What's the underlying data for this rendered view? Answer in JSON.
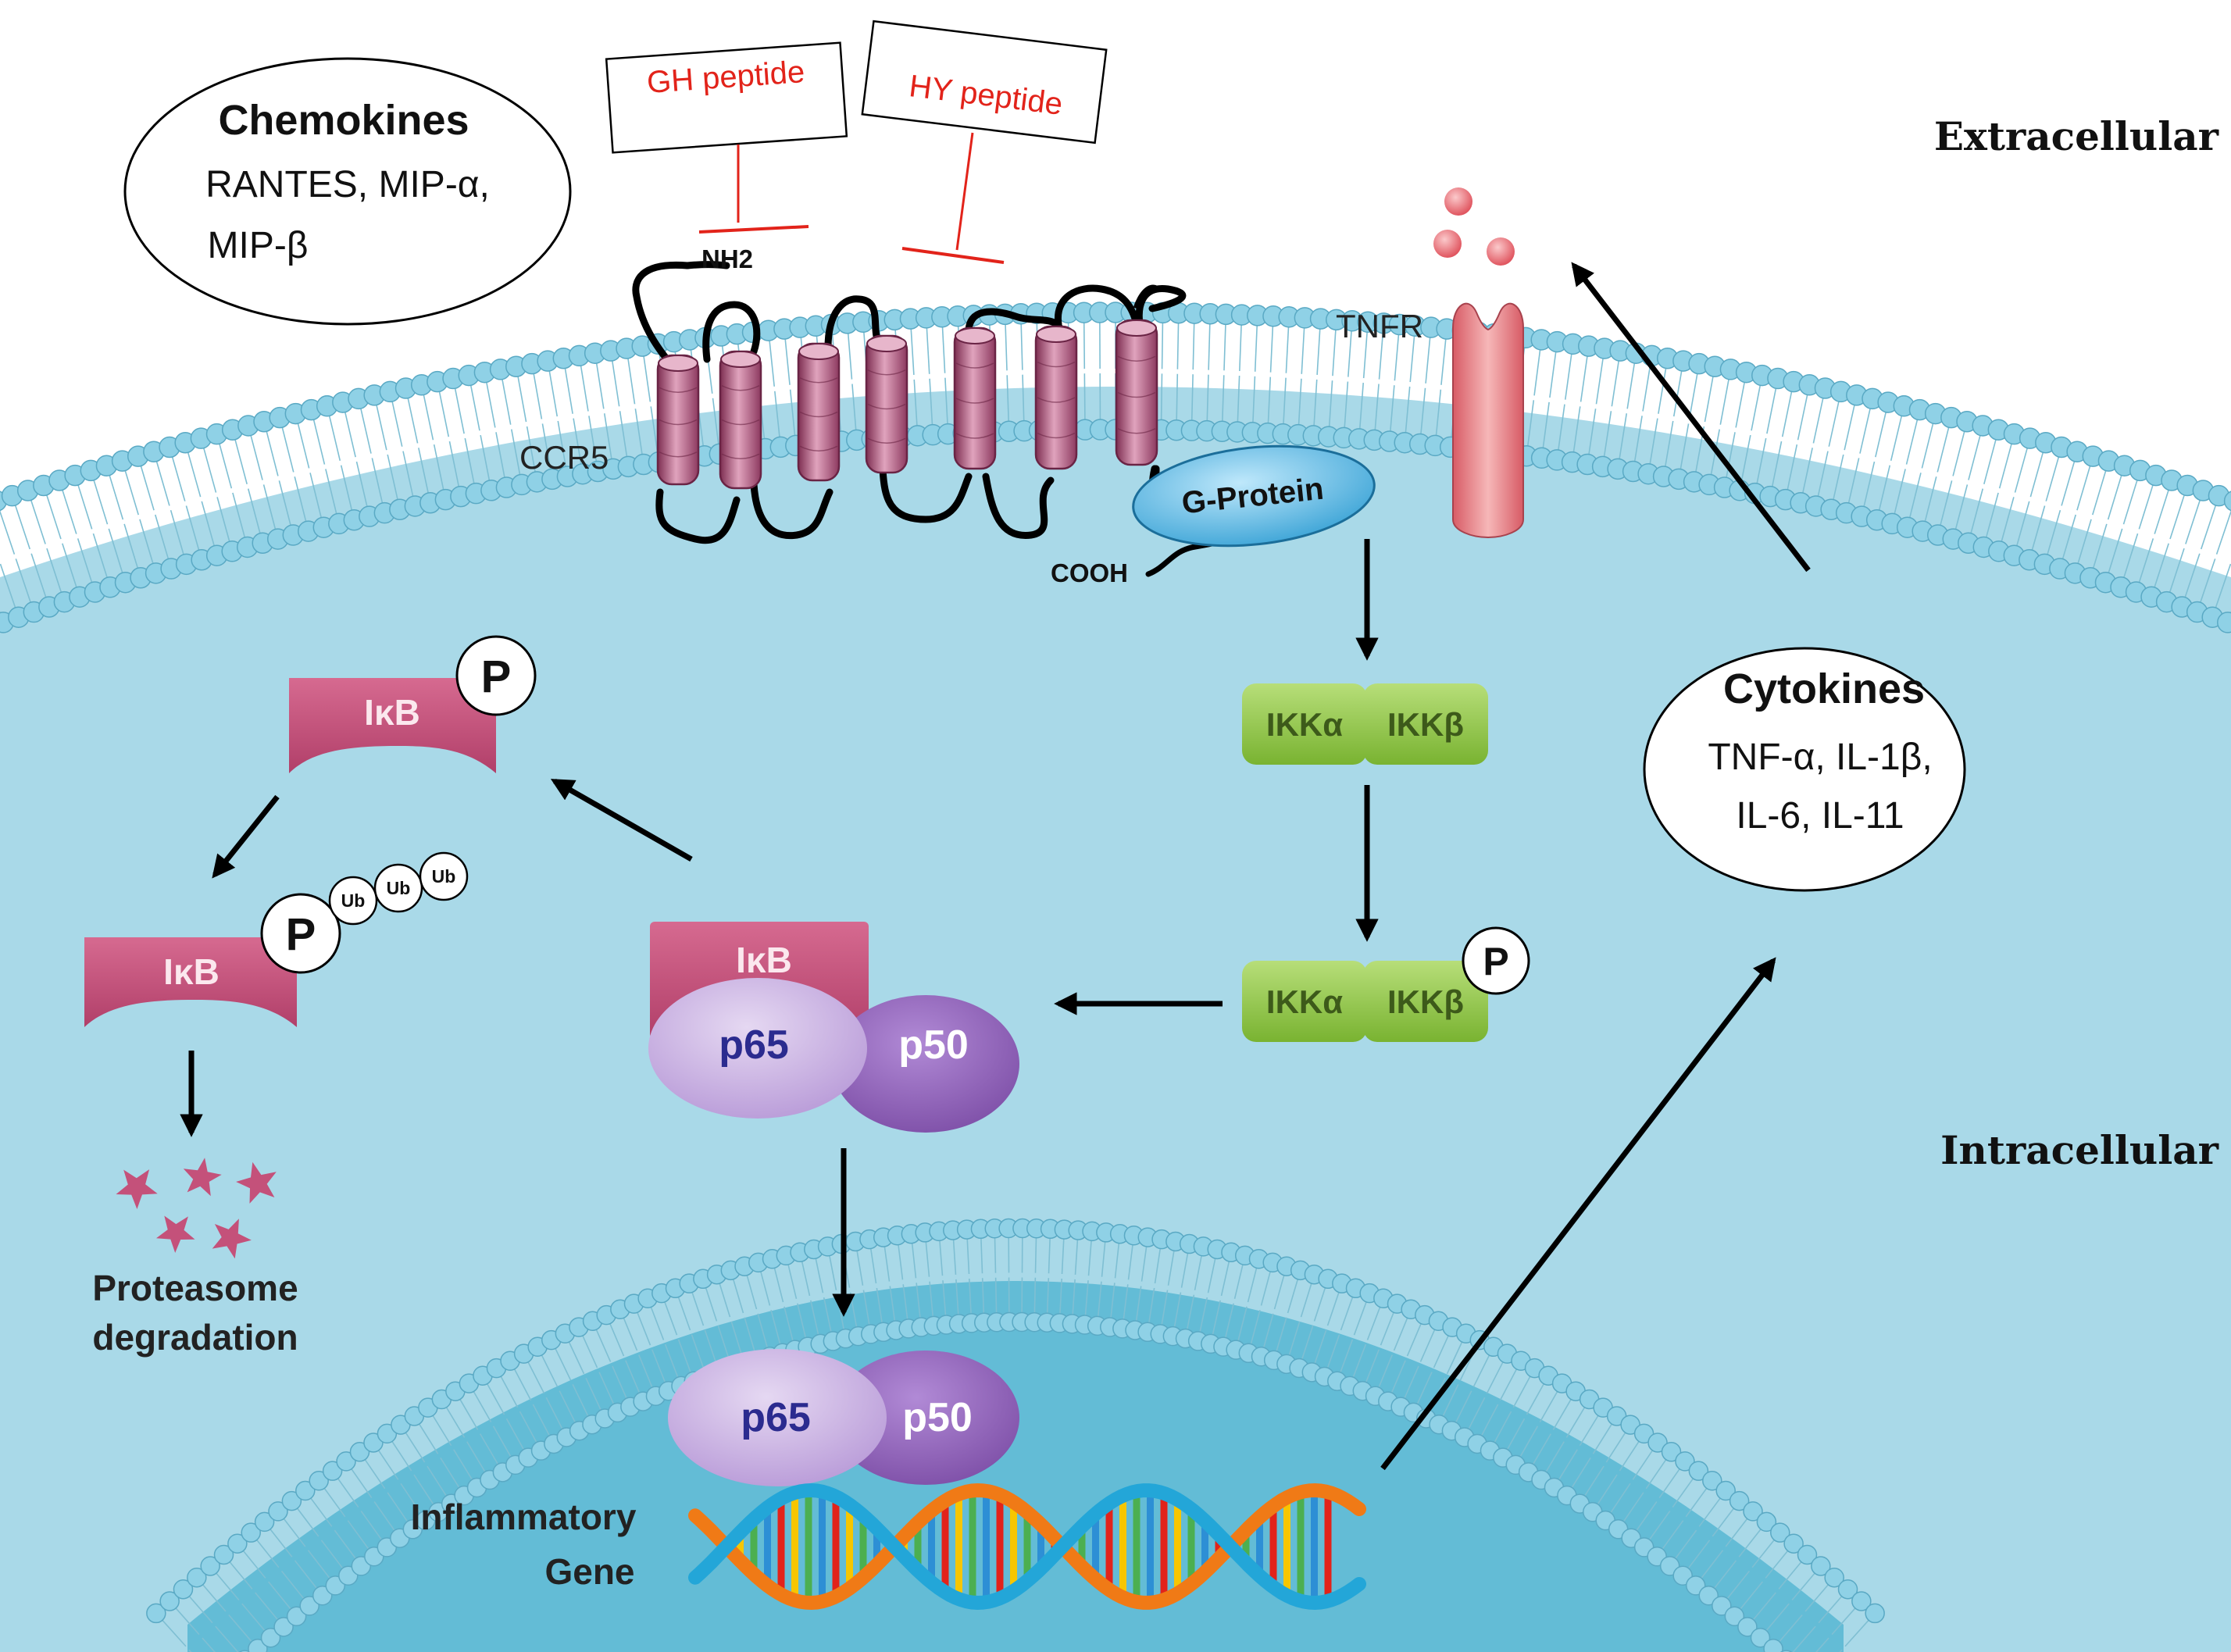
{
  "regions": {
    "extracellular": "Extracellular",
    "intracellular": "Intracellular"
  },
  "chemokines": {
    "title": "Chemokines",
    "line1": "RANTES, MIP-α,",
    "line2": "MIP-β"
  },
  "cytokines": {
    "title": "Cytokines",
    "line1": "TNF-α, IL-1β,",
    "line2": "IL-6, IL-11"
  },
  "peptides": {
    "gh": "GH peptide",
    "hy": "HY peptide"
  },
  "receptor": {
    "ccr5": "CCR5",
    "nh2": "NH2",
    "cooh": "COOH",
    "tnfr": "TNFR",
    "gprotein": "G-Protein"
  },
  "kinase": {
    "ikka": "IKKα",
    "ikkb": "IKKβ",
    "phospho": "P"
  },
  "ikb": {
    "label": "IκB",
    "phospho": "P",
    "ub": "Ub"
  },
  "nfkb": {
    "p65": "p65",
    "p50": "p50"
  },
  "proteasome": {
    "line1": "Proteasome",
    "line2": "degradation"
  },
  "gene": {
    "line1": "Inflammatory",
    "line2": "Gene"
  },
  "colors": {
    "cytoplasm": "#a9d9e8",
    "nucleus": "#63bcd6",
    "lipid_head": "#8fd1e6",
    "receptor": "#b24f78",
    "ikb": "#c4517a",
    "ikk": "#8cc441",
    "p65": "#c3a7dd",
    "p50": "#8c5fb3",
    "gprotein": "#4fb3e0",
    "tnfr": "#e87f86",
    "peptide": "#e2231a"
  }
}
